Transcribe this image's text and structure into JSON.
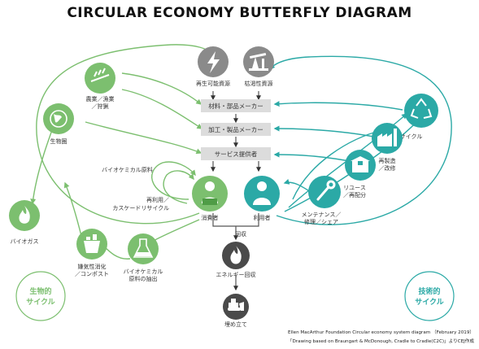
{
  "title": "CIRCULAR ECONOMY BUTTERFLY DIAGRAM",
  "top_sources": {
    "renewable": "再生可能資源",
    "finite": "枯渇性資源"
  },
  "center_chain": {
    "materials": "材料・部品メーカー",
    "products": "加工・製品メーカー",
    "services": "サービス提供者"
  },
  "actors": {
    "consumer": "消費者",
    "user": "利用者",
    "collection": "回収"
  },
  "biological": {
    "farming": [
      "農業／漁業",
      "／狩猟"
    ],
    "biosphere": "生物圏",
    "biochem_feedstock": "バイオケミカル原料",
    "biogas": "バイオガス",
    "cascade": [
      "再利用／",
      "カスケードリサイクル"
    ],
    "digestion": [
      "嫌気性消化",
      "／コンポスト"
    ],
    "extraction": [
      "バイオケミカル",
      "原料の抽出"
    ],
    "cycle_label": [
      "生物的",
      "サイクル"
    ]
  },
  "technical": {
    "recycle": "リサイクル",
    "remanufacture": [
      "再製造",
      "／改修"
    ],
    "reuse": [
      "リユース",
      "／再配分"
    ],
    "maintain": [
      "メンテナンス／",
      "修理／シェア"
    ],
    "cycle_label": [
      "技術的",
      "サイクル"
    ]
  },
  "end_of_life": {
    "energy_recovery": "エネルギー回収",
    "landfill": "埋め立て"
  },
  "credits": {
    "line1": "Ellen MacArthur Foundation Circular economy system diagram （February 2019）",
    "line2": "「Drawing based on Braungart & McDonough, Cradle to Cradle(C2C)」よりCEJ作成"
  },
  "colors": {
    "biological": "#7cbf6f",
    "technical": "#2ba9a6",
    "source_gray": "#8a8a8a",
    "box_fill": "#dcdcdc",
    "dark_circle": "#4a4a4a"
  },
  "icons": {
    "renewable": "lightning-icon",
    "finite": "oil-pump-icon",
    "farming": "wheat-icon",
    "biosphere": "globe-icon",
    "biogas": "flame-icon",
    "digestion": "compost-icon",
    "extraction": "flask-icon",
    "recycle": "recycle-icon",
    "remanufacture": "factory-icon",
    "reuse": "box-icon",
    "maintain": "wrench-icon",
    "consumer": "person-laptop-icon",
    "user": "person-icon",
    "energy_recovery": "fire-icon",
    "landfill": "bulldozer-icon"
  }
}
